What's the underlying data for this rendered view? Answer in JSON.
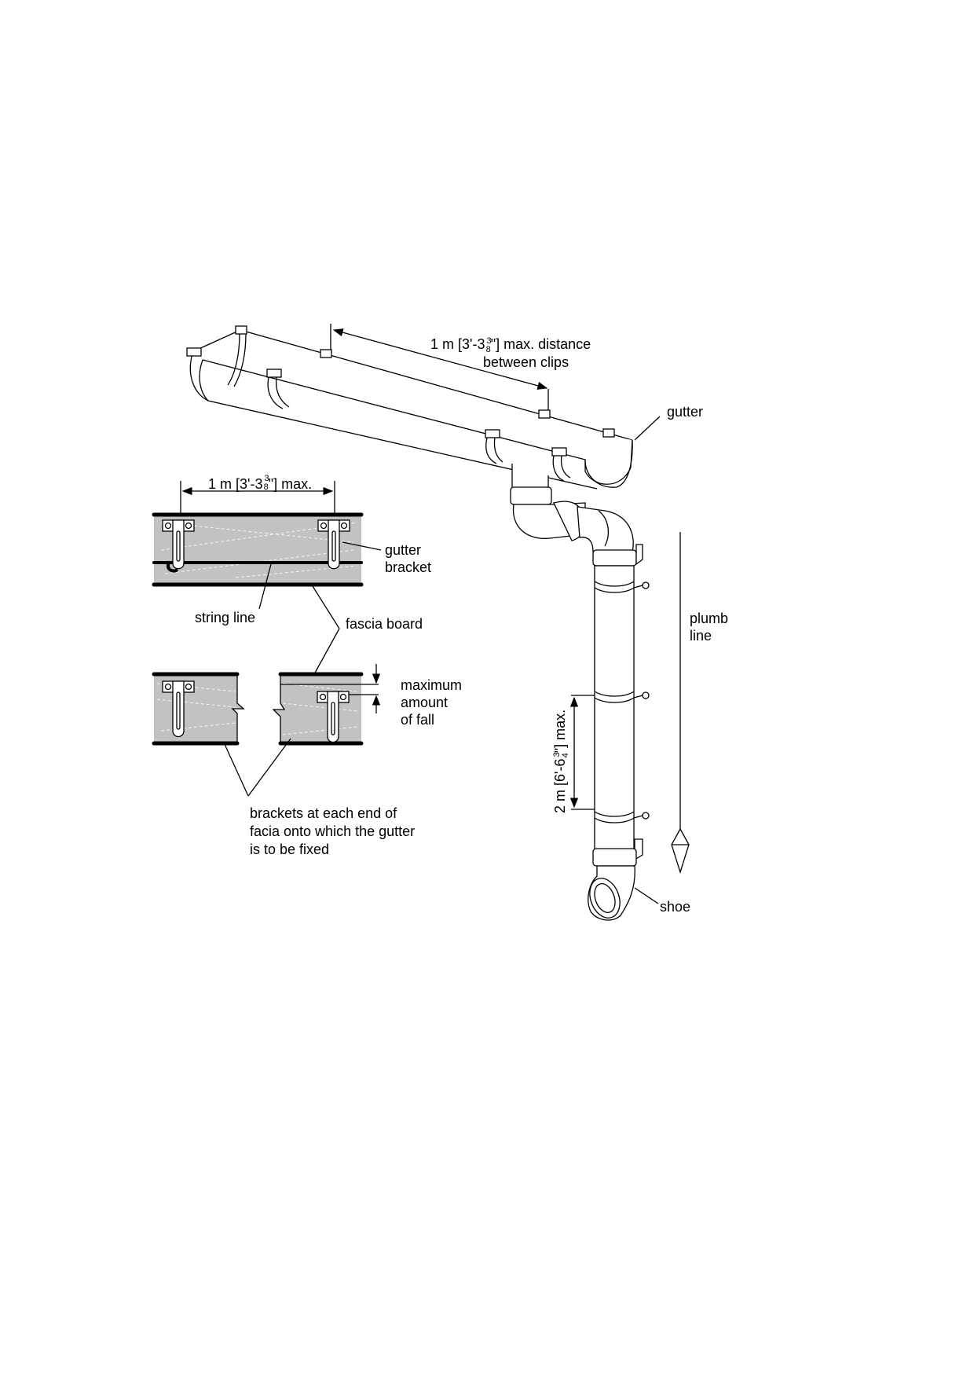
{
  "labels": {
    "clip_distance_line1_pre": "1 m [3'-3",
    "clip_distance_line1_num": "3",
    "clip_distance_line1_den": "8",
    "clip_distance_line1_post": "\"] max. distance",
    "clip_distance_line2": "between clips",
    "gutter": "gutter",
    "bracket_spacing_pre": "1 m [3'-3",
    "bracket_spacing_num": "3",
    "bracket_spacing_den": "8",
    "bracket_spacing_post": "\"] max.",
    "gutter_bracket_line1": "gutter",
    "gutter_bracket_line2": "bracket",
    "string_line": "string line",
    "fascia_board": "fascia board",
    "max_fall_line1": "maximum",
    "max_fall_line2": "amount",
    "max_fall_line3": "of fall",
    "end_brackets_line1": "brackets at each end of",
    "end_brackets_line2": "facia onto which the gutter",
    "end_brackets_line3": "is to be fixed",
    "plumb_line1": "plumb",
    "plumb_line2": "line",
    "pipe_clip_pre": "2 m [6'-6",
    "pipe_clip_num": "3",
    "pipe_clip_den": "4",
    "pipe_clip_post": "\"] max.",
    "shoe": "shoe"
  }
}
